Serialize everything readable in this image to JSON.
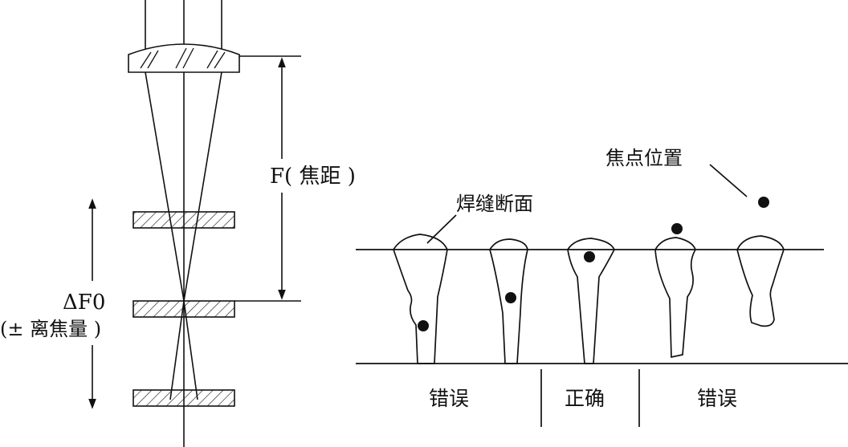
{
  "left": {
    "focal_label": "F( 焦距 )",
    "defocus_label": "ΔF0",
    "defocus_sub": "(± 离焦量 )"
  },
  "right": {
    "weld_section_label": "焊缝断面",
    "focus_position_label": "焦点位置",
    "wrong_left": "错误",
    "correct": "正确",
    "wrong_right": "错误"
  }
}
